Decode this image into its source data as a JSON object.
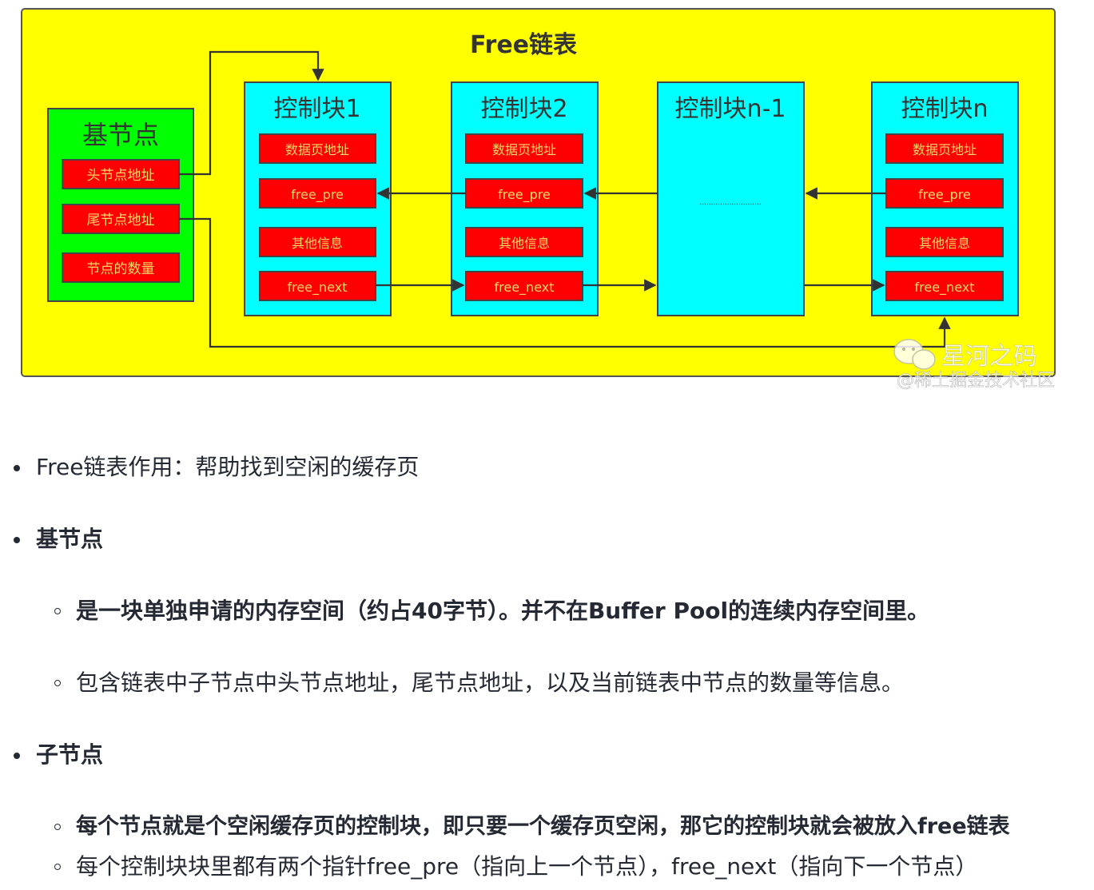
{
  "diagram": {
    "title": "Free链表",
    "base_node": {
      "title": "基节点",
      "fields": [
        "头节点地址",
        "尾节点地址",
        "节点的数量"
      ]
    },
    "control_blocks": [
      {
        "title": "控制块1",
        "fields": [
          "数据页地址",
          "free_pre",
          "其他信息",
          "free_next"
        ]
      },
      {
        "title": "控制块2",
        "fields": [
          "数据页地址",
          "free_pre",
          "其他信息",
          "free_next"
        ]
      },
      {
        "title": "控制块n-1",
        "ellipsis": "..........................."
      },
      {
        "title": "控制块n",
        "fields": [
          "数据页地址",
          "free_pre",
          "其他信息",
          "free_next"
        ]
      }
    ],
    "watermark": {
      "line1": "星河之码",
      "line2": "@稀土掘金技术社区"
    },
    "colors": {
      "background": "#ffff00",
      "base_node": "#00ff00",
      "control_block": "#00ffff",
      "field": "#ff0000",
      "field_text": "#ffd966",
      "title_text": "#333333"
    }
  },
  "bullets": [
    {
      "level": 1,
      "bold": false,
      "text": "Free链表作用：帮助找到空闲的缓存页"
    },
    {
      "level": 1,
      "bold": true,
      "text": "基节点"
    },
    {
      "level": 2,
      "bold": true,
      "text": "是一块单独申请的内存空间（约占40字节）。并不在Buffer Pool的连续内存空间里。"
    },
    {
      "level": 2,
      "bold": false,
      "text": "包含链表中子节点中头节点地址，尾节点地址，以及当前链表中节点的数量等信息。"
    },
    {
      "level": 1,
      "bold": true,
      "text": "子节点"
    },
    {
      "level": 2,
      "bold": true,
      "text": "每个节点就是个空闲缓存页的控制块，即只要一个缓存页空闲，那它的控制块就会被放入free链表"
    },
    {
      "level": 2,
      "bold": false,
      "text": "每个控制块块里都有两个指针free_pre（指向上一个节点），free_next（指向下一个节点）"
    }
  ]
}
